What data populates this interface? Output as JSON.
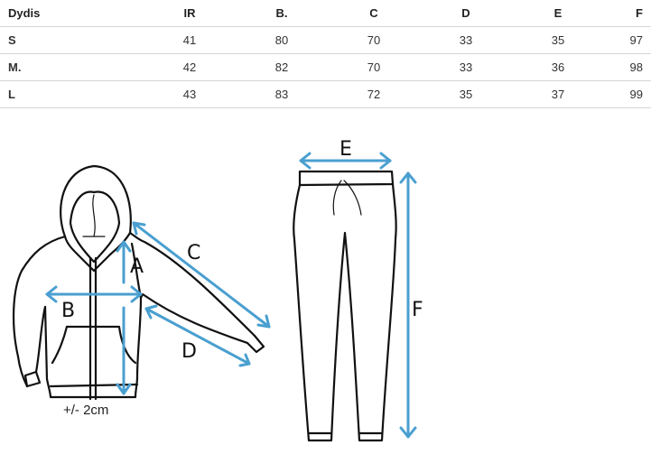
{
  "size_table": {
    "headers": [
      "Dydis",
      "IR",
      "B.",
      "C",
      "D",
      "E",
      "F"
    ],
    "rows": [
      {
        "size": "S",
        "values": [
          "41",
          "80",
          "70",
          "33",
          "35",
          "97"
        ]
      },
      {
        "size": "M.",
        "values": [
          "42",
          "82",
          "70",
          "33",
          "36",
          "98"
        ]
      },
      {
        "size": "L",
        "values": [
          "43",
          "83",
          "72",
          "35",
          "37",
          "99"
        ]
      }
    ]
  },
  "diagram": {
    "hoodie_labels": {
      "a": "A",
      "b": "B",
      "c": "C",
      "d": "D"
    },
    "pants_labels": {
      "e": "E",
      "f": "F"
    },
    "tolerance": "+/- 2cm",
    "arrow_color": "#4a9fd0",
    "outline_color": "#111111"
  }
}
